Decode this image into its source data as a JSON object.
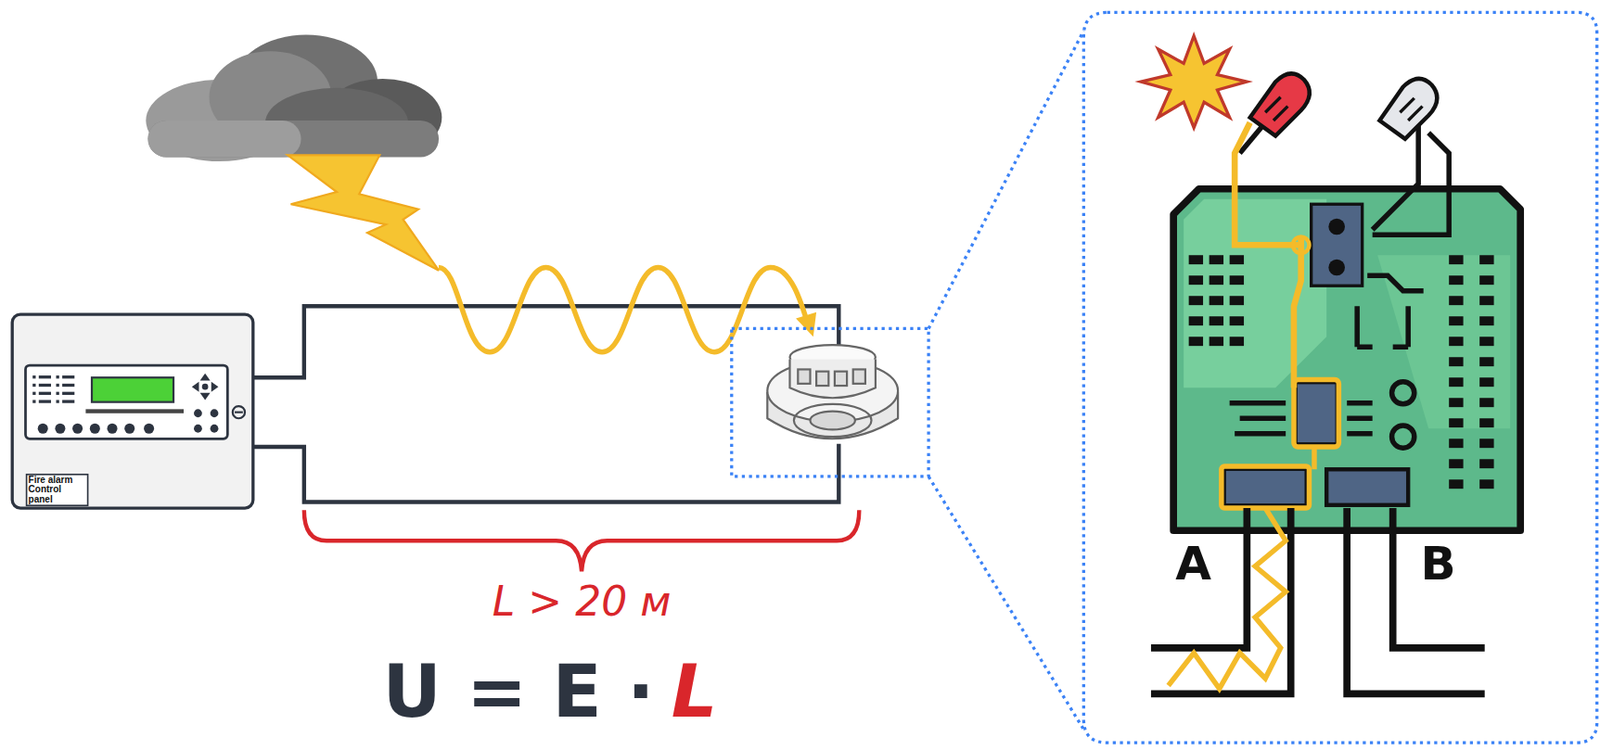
{
  "diagram": {
    "nodes": [
      {
        "text": [
          "Fire alarm Control panel"
        ]
      }
    ],
    "labels": [
      "L > 20 м",
      "U = E ·",
      "L",
      "A",
      "B"
    ]
  }
}
